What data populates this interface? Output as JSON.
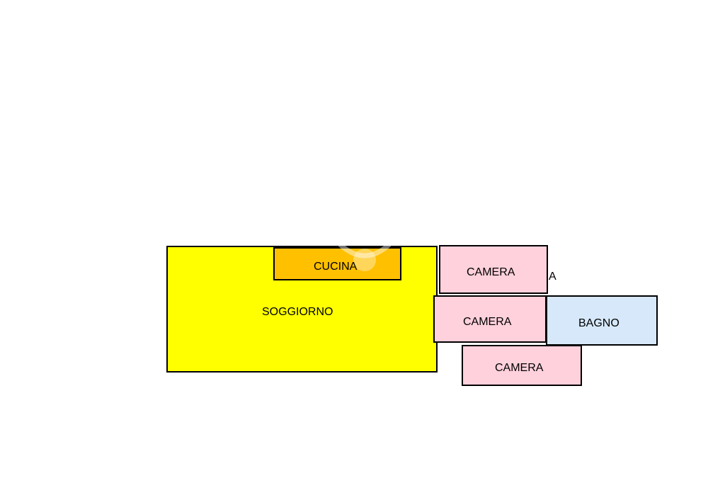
{
  "colors": {
    "soggiorno": "#ffff00",
    "cucina": "#ffc000",
    "camera": "#ffd1dc",
    "bagno": "#d6e8fa",
    "outline": "#000000"
  },
  "rooms": {
    "soggiorno": "SOGGIORNO",
    "cucina": "CUCINA",
    "camera_1": "CAMERA",
    "camera_2": "CAMERA",
    "camera_3": "CAMERA",
    "bagno": "BAGNO"
  },
  "fragment_label": "A"
}
